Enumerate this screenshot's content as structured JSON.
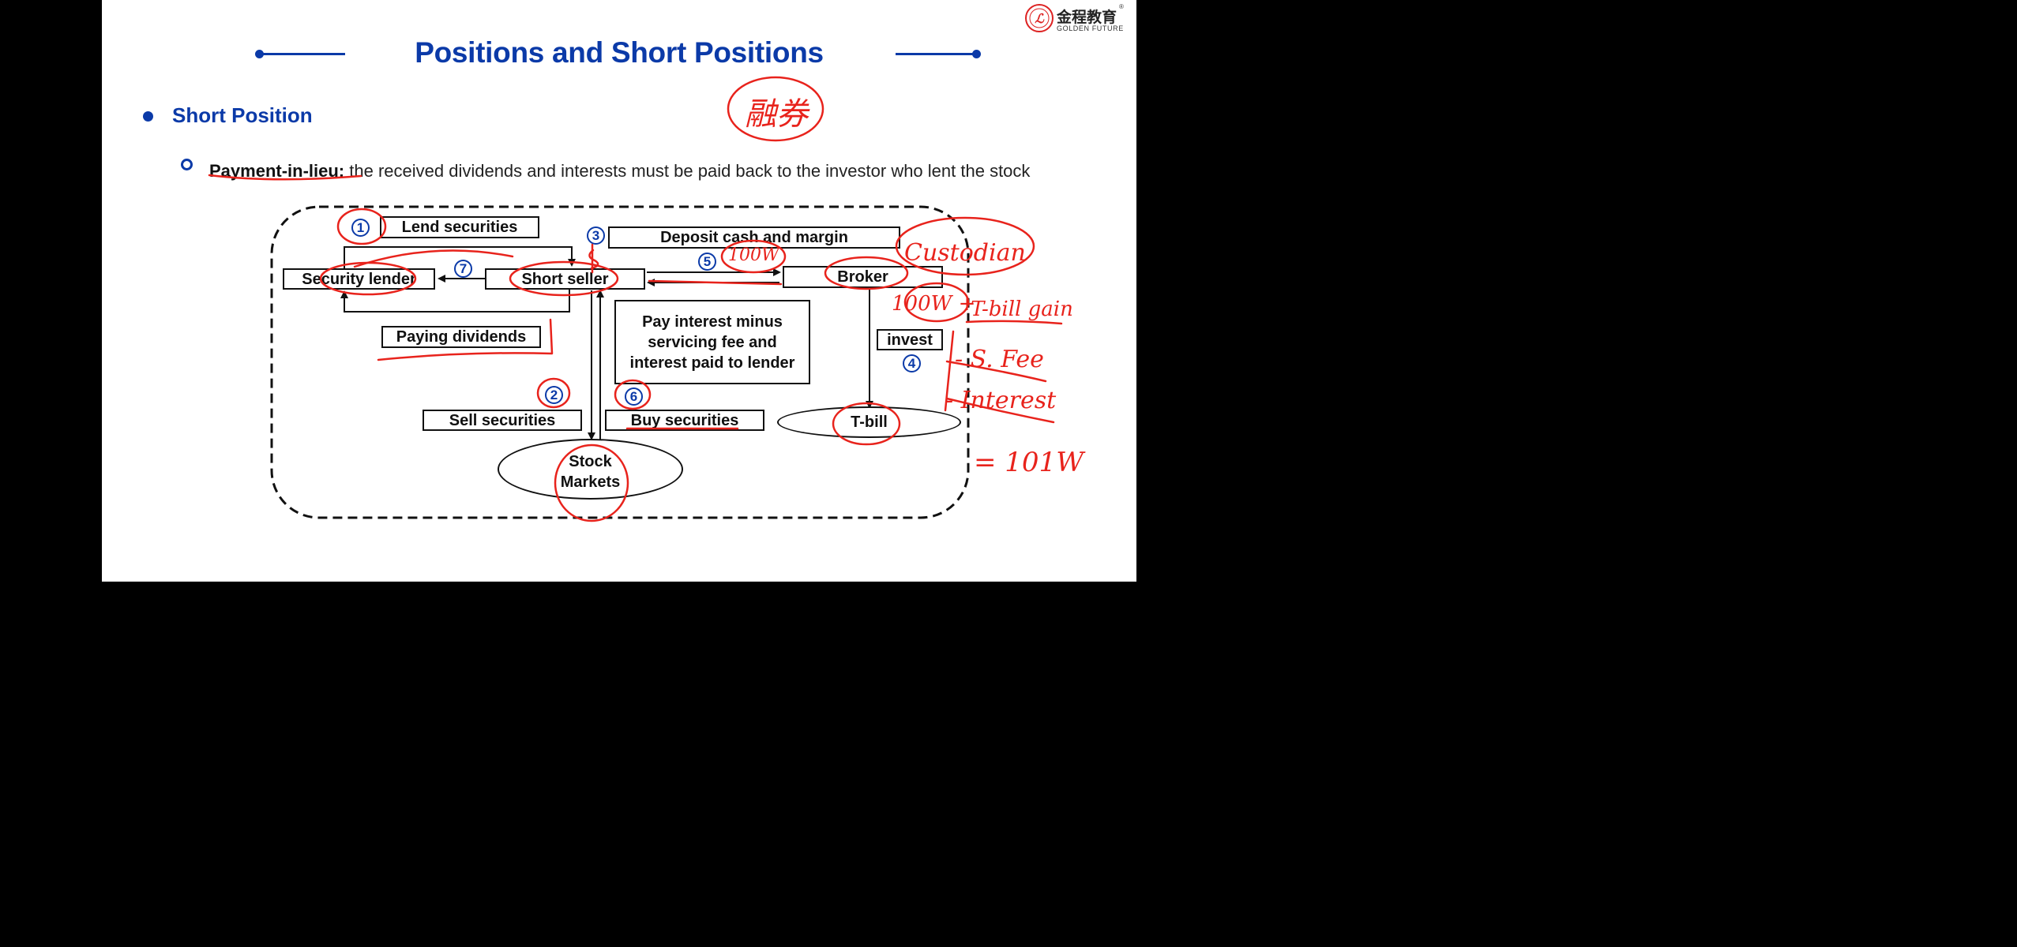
{
  "title": "Positions and Short Positions",
  "logo": {
    "cn": "金程教育",
    "en": "GOLDEN FUTURE",
    "mark": "®"
  },
  "section": {
    "heading": "Short Position"
  },
  "bullet": {
    "term": "Payment-in-lieu:",
    "text": " the received dividends and interests must be paid back to the investor who lent the stock"
  },
  "diagram": {
    "nodes": {
      "security_lender": "Security lender",
      "short_seller": "Short seller",
      "broker": "Broker",
      "t_bill": "T-bill",
      "stock_markets": "Stock Markets"
    },
    "labels": {
      "lend_securities": "Lend securities",
      "deposit_cash_margin": "Deposit cash and margin",
      "paying_dividends": "Paying dividends",
      "pay_interest": "Pay interest minus servicing fee and interest paid to lender",
      "invest": "invest",
      "sell_securities": "Sell securities",
      "buy_securities": "Buy securities"
    },
    "step_numbers": [
      "1",
      "2",
      "3",
      "4",
      "5",
      "6",
      "7"
    ]
  },
  "handwritten_annotations": [
    "融券",
    "Custodian",
    "100W",
    "100W +",
    "T-bill gain",
    "- S. Fee",
    "- Interest",
    "= 101W"
  ],
  "colors": {
    "title_blue": "#0b3aa8",
    "ink_red": "#e8231c",
    "text": "#111111",
    "backdrop": "#000000"
  }
}
